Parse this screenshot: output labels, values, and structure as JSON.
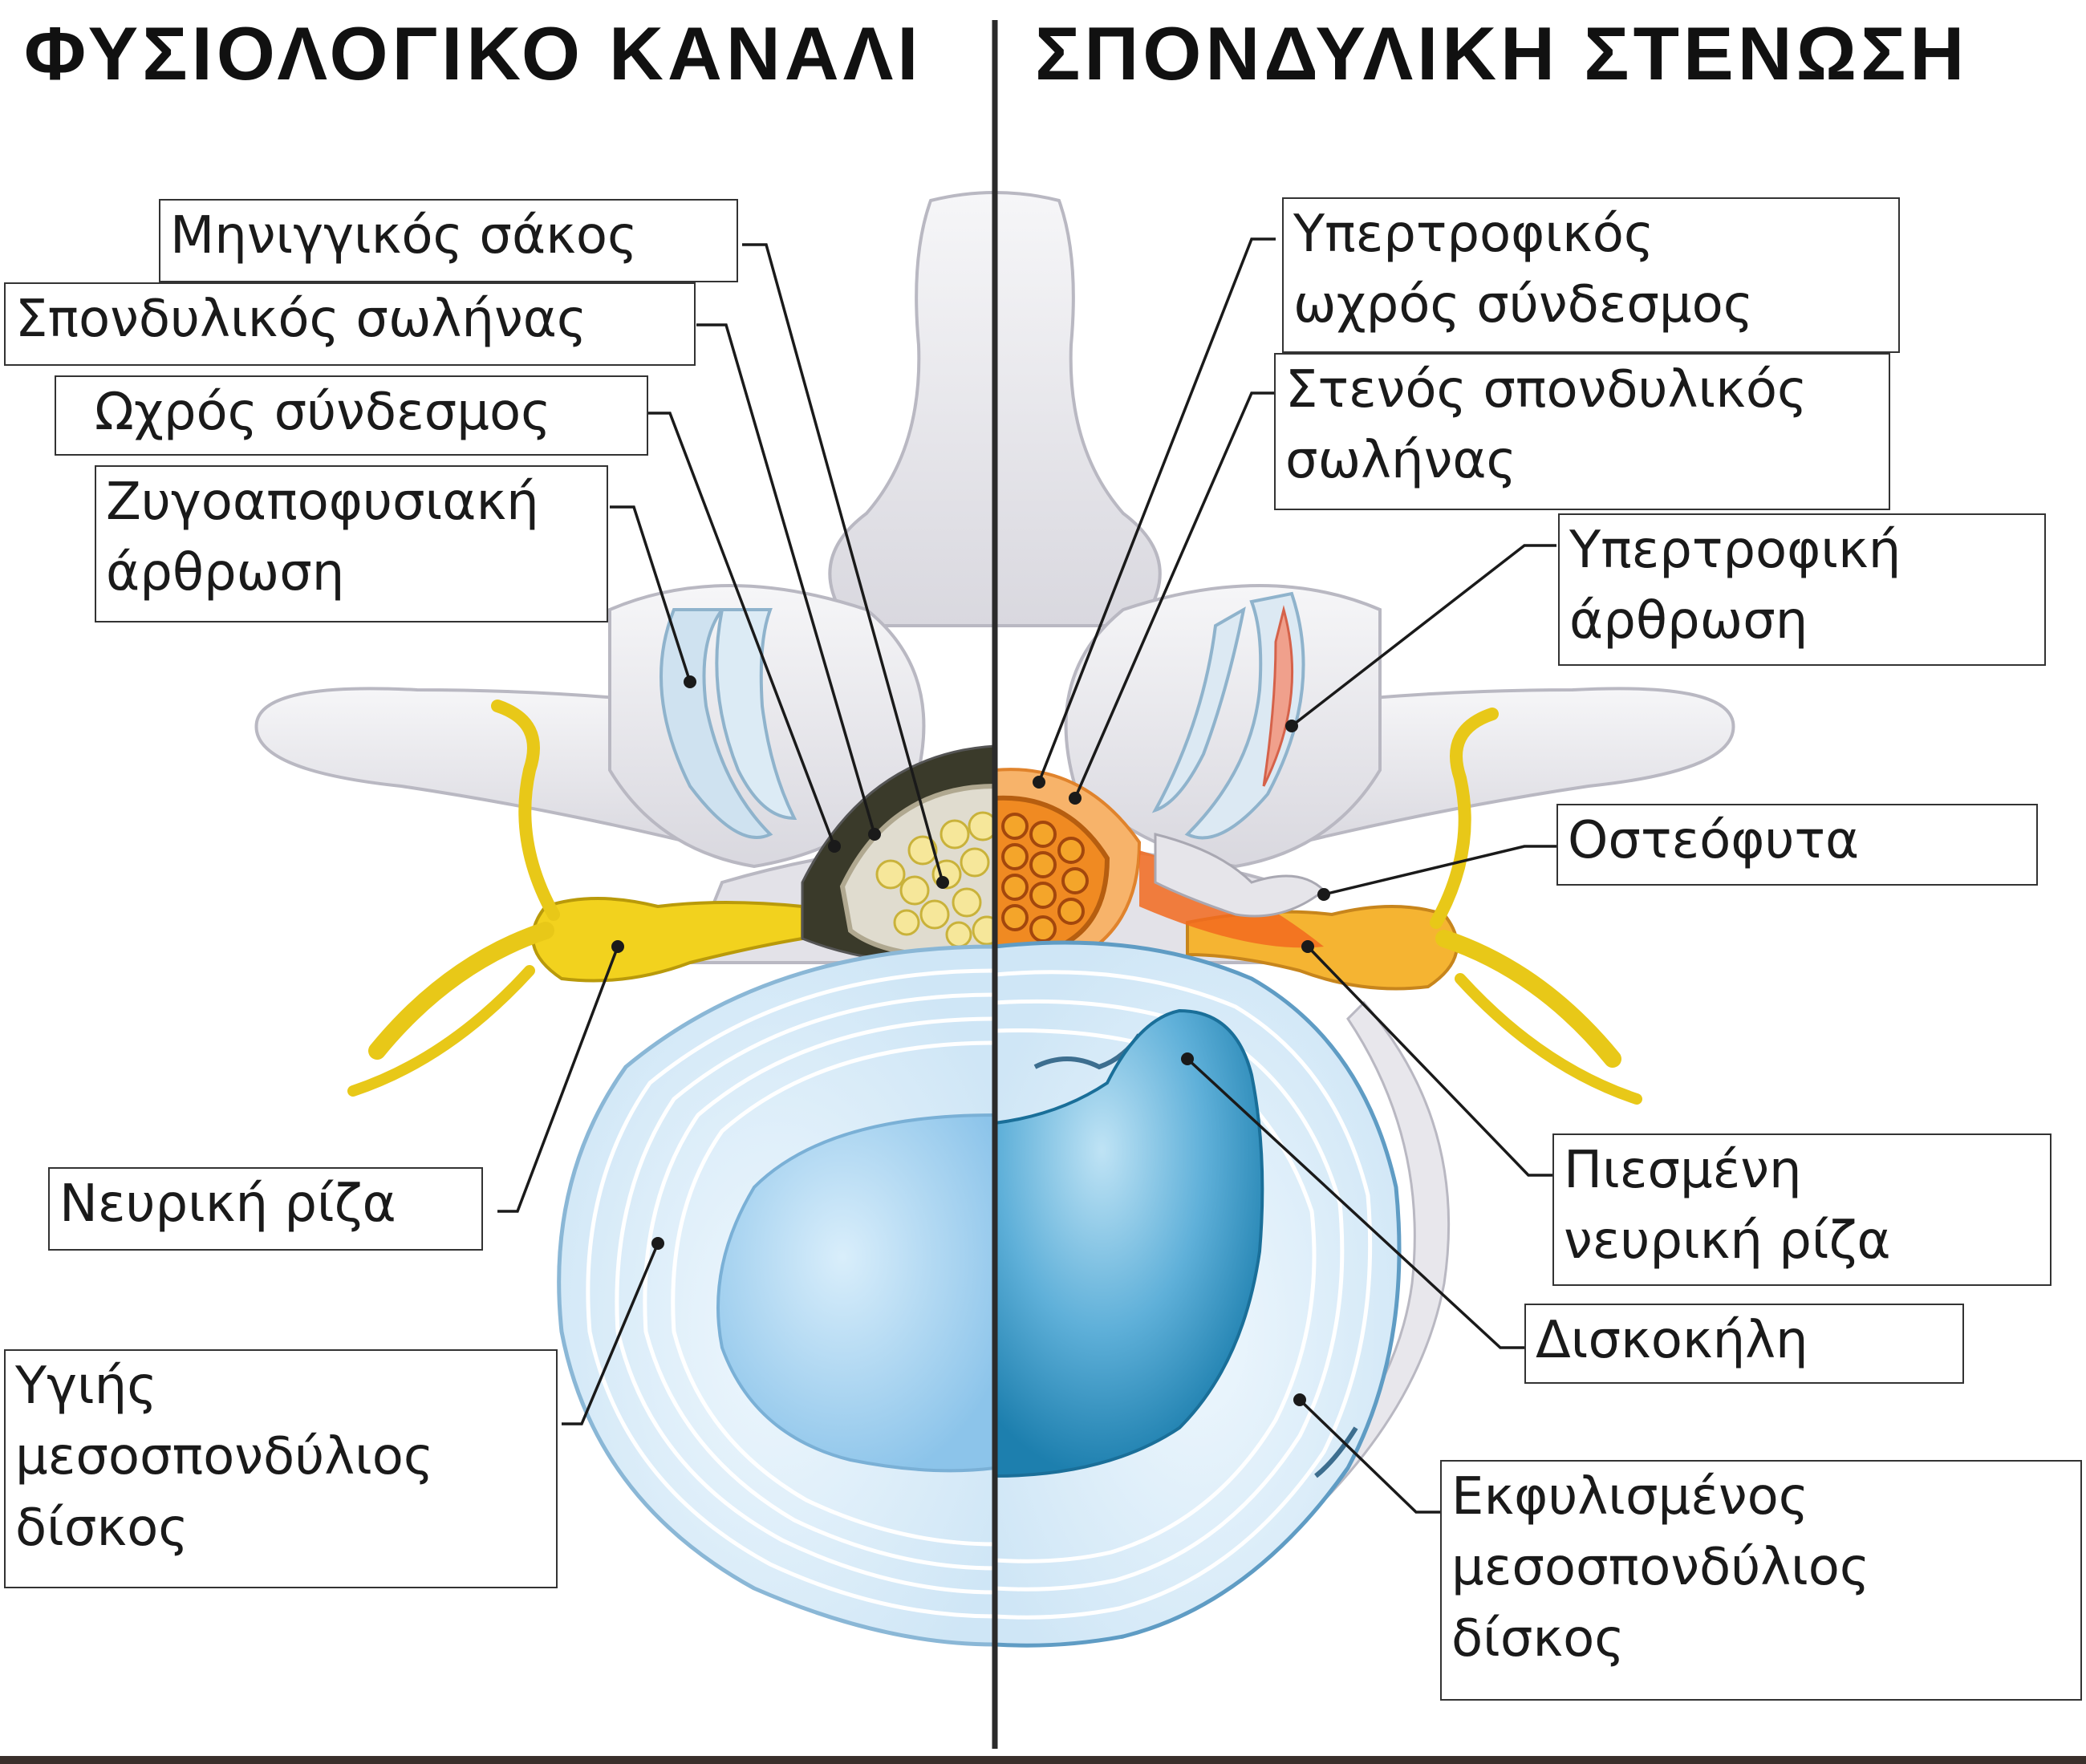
{
  "titles": {
    "left": "ΦΥΣΙΟΛΟΓΙΚΟ ΚΑΝΑΛΙ",
    "right": "ΣΠΟΝΔΥΛΙΚΗ ΣΤΕΝΩΣΗ"
  },
  "labels_left": {
    "meningeal_sac": "Μηνιγγικός σάκος",
    "spinal_canal": "Σπονδυλικός σωλήνας",
    "ligamentum_flavum": "Ωχρός σύνδεσμος",
    "facet_joint": [
      "Ζυγοαποφυσιακή",
      "άρθρωση"
    ],
    "nerve_root": "Νευρική ρίζα",
    "healthy_disc": [
      "Υγιής",
      "μεσοσπονδύλιος",
      "δίσκος"
    ]
  },
  "labels_right": {
    "hypertrophic_ligamentum": [
      "Υπερτροφικός",
      "ωχρός σύνδεσμος"
    ],
    "narrow_canal": [
      "Στενός σπονδυλικός",
      "σωλήνας"
    ],
    "hypertrophic_joint": [
      "Υπερτροφική",
      "άρθρωση"
    ],
    "osteophytes": "Οστεόφυτα",
    "compressed_nerve": [
      "Πιεσμένη",
      "νευρική ρίζα"
    ],
    "herniation": "Δισκοκήλη",
    "degenerated_disc": [
      "Εκφυλισμένος",
      "μεσοσπονδύλιος",
      "δίσκος"
    ]
  },
  "colors": {
    "bone": "#ecebf0",
    "bone_shadow": "#c9c9d1",
    "nerve": "#f2d21e",
    "disc_light": "#dbeefa",
    "disc_nucleus": "#a8d3ef",
    "herniated_nucleus": "#2b8fbf",
    "inflamed": "#f07a2a",
    "divider": "#2b2b2b"
  }
}
